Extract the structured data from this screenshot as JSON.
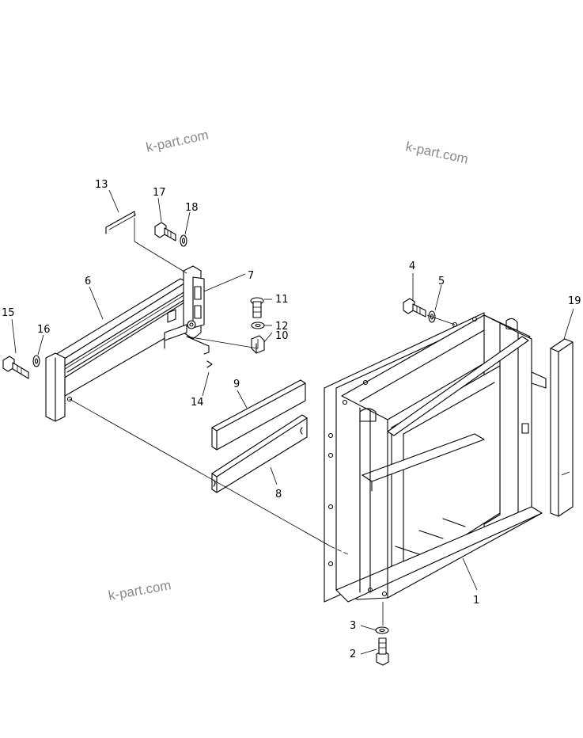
{
  "watermark_text": "k-part.com",
  "callouts": {
    "p1": "1",
    "p2": "2",
    "p3": "3",
    "p4": "4",
    "p5": "5",
    "p6": "6",
    "p7": "7",
    "p8": "8",
    "p9": "9",
    "p10": "10",
    "p11": "11",
    "p12": "12",
    "p13": "13",
    "p14": "14",
    "p15": "15",
    "p16": "16",
    "p17": "17",
    "p18": "18",
    "p19": "19"
  }
}
